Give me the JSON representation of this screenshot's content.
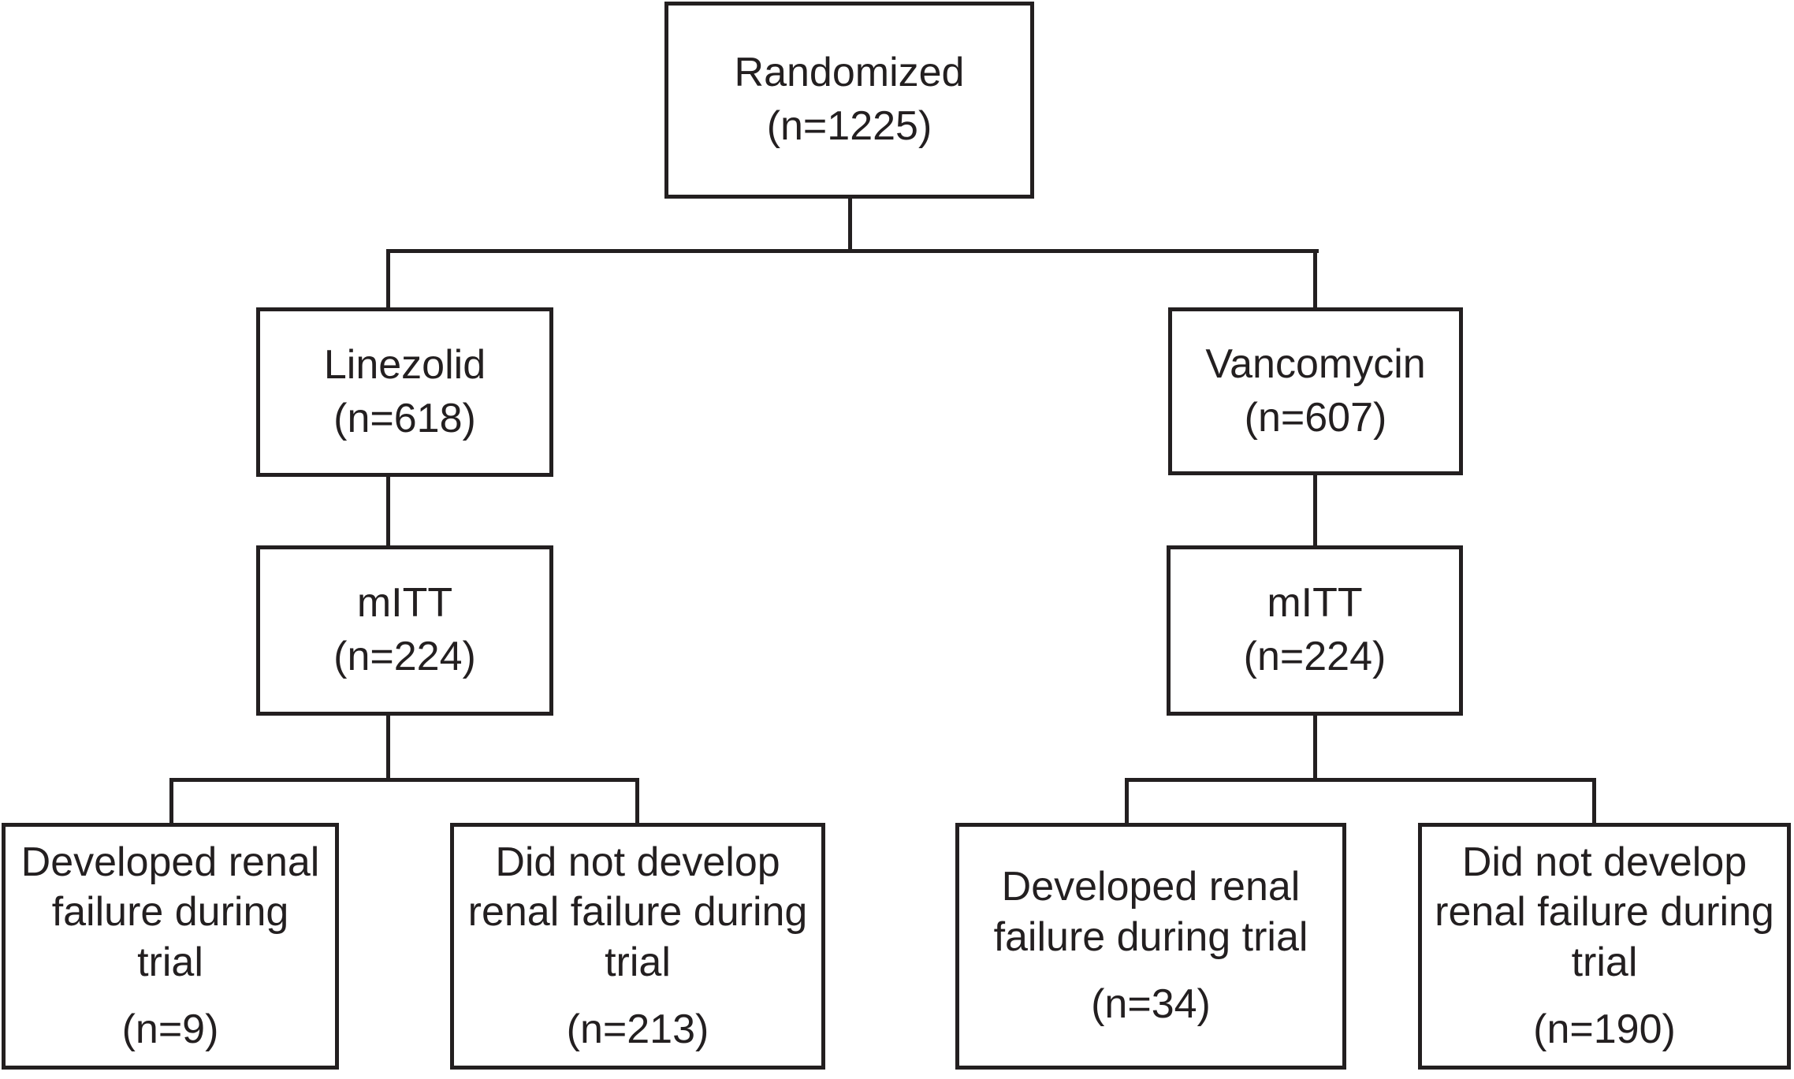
{
  "diagram": {
    "type": "flowchart",
    "title": "Clinical trial CONSORT-style participant flow diagram",
    "colors": {
      "stroke": "#231f20",
      "fill": "#ffffff",
      "text": "#231f20"
    },
    "nodes": {
      "randomized": {
        "label": "Randomized",
        "count": "(n=1225)",
        "n": 1225
      },
      "linezolid": {
        "label": "Linezolid",
        "count": "(n=618)",
        "n": 618
      },
      "vancomycin": {
        "label": "Vancomycin",
        "count": "(n=607)",
        "n": 607
      },
      "mitt_linezolid": {
        "label": "mITT",
        "count": "(n=224)",
        "n": 224
      },
      "mitt_vancomycin": {
        "label": "mITT",
        "count": "(n=224)",
        "n": 224
      },
      "linezolid_renal_failure": {
        "label": "Developed renal failure during trial",
        "count": "(n=9)",
        "n": 9
      },
      "linezolid_no_renal_failure": {
        "label": "Did not develop renal failure during trial",
        "count": "(n=213)",
        "n": 213
      },
      "vancomycin_renal_failure": {
        "label": "Developed renal failure during trial",
        "count": "(n=34)",
        "n": 34
      },
      "vancomycin_no_renal_failure": {
        "label": "Did not develop renal failure during trial",
        "count": "(n=190)",
        "n": 190
      }
    },
    "edges": [
      {
        "from": "randomized",
        "to": "linezolid"
      },
      {
        "from": "randomized",
        "to": "vancomycin"
      },
      {
        "from": "linezolid",
        "to": "mitt_linezolid"
      },
      {
        "from": "vancomycin",
        "to": "mitt_vancomycin"
      },
      {
        "from": "mitt_linezolid",
        "to": "linezolid_renal_failure"
      },
      {
        "from": "mitt_linezolid",
        "to": "linezolid_no_renal_failure"
      },
      {
        "from": "mitt_vancomycin",
        "to": "vancomycin_renal_failure"
      },
      {
        "from": "mitt_vancomycin",
        "to": "vancomycin_no_renal_failure"
      }
    ]
  }
}
